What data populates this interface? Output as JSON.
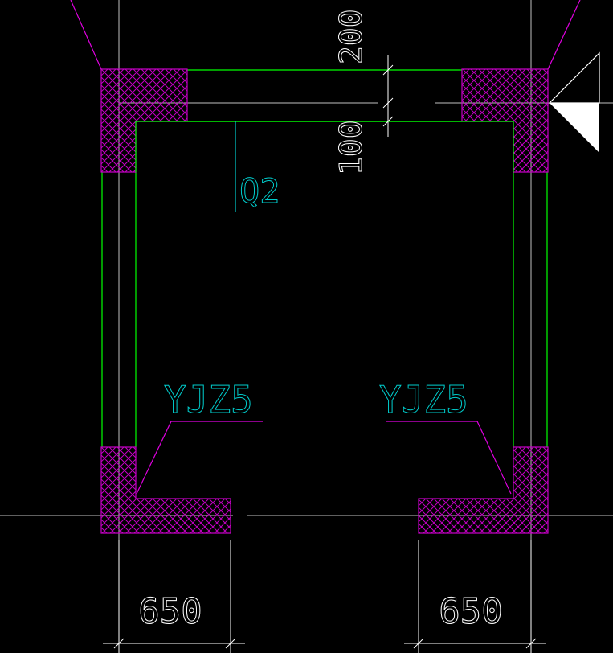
{
  "colors": {
    "background": "#000000",
    "wall_outline": "#00ff00",
    "column_hatch": "#c400c4",
    "leader_magenta": "#e000e0",
    "label_cyan": "#00cccc",
    "dimension_white": "#ffffff",
    "grid_line": "#bfbfbf"
  },
  "labels": {
    "wall_tag": "Q2",
    "column_left": "YJZ5",
    "column_right": "YJZ5"
  },
  "dimensions": {
    "top_upper": "200",
    "top_lower": "100",
    "bottom_left": "650",
    "bottom_right": "650"
  },
  "icons": {
    "section_marker": "triangle-section-marker-icon"
  }
}
